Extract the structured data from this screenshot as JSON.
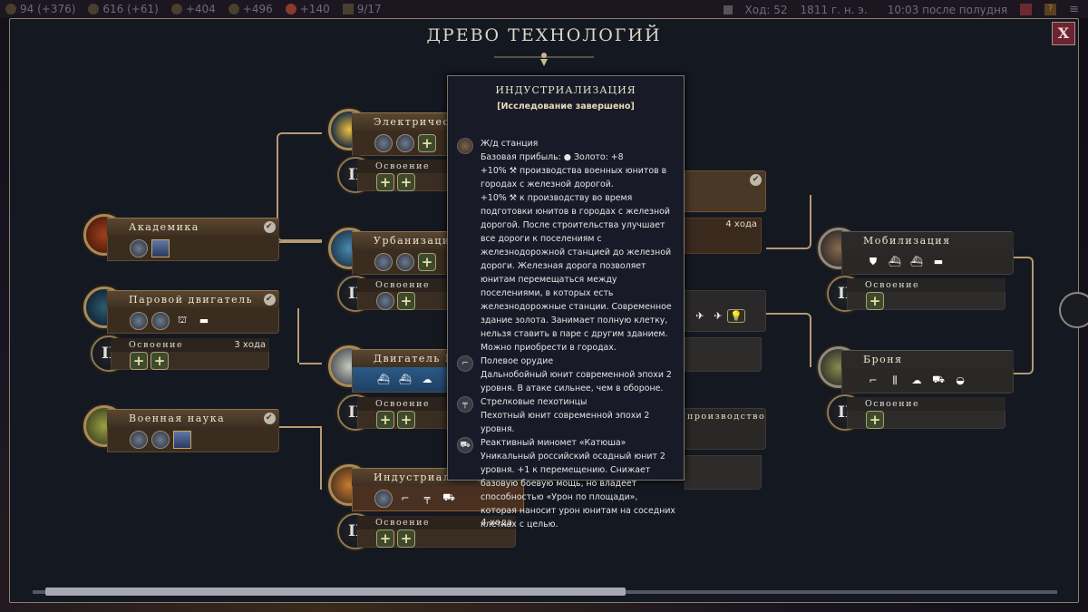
{
  "topbar": {
    "resources": [
      {
        "icon": "science-icon",
        "value": "94 (+376)"
      },
      {
        "icon": "culture-icon",
        "value": "616 (+61)"
      },
      {
        "icon": "faith-icon",
        "value": "+404"
      },
      {
        "icon": "tourism-icon",
        "value": "+496"
      },
      {
        "icon": "amenities-icon",
        "value": "+140"
      },
      {
        "icon": "city-icon",
        "value": "9/17"
      }
    ],
    "turn": "Ход: 52",
    "year": "1811 г. н. э.",
    "time": "10:03 после полудня"
  },
  "window": {
    "title": "ДРЕВО ТЕХНОЛОГИЙ",
    "close_label": "X"
  },
  "nodes": {
    "academics": {
      "name": "Академика",
      "done": "✔"
    },
    "steam": {
      "name": "Паровой двигатель",
      "done": "✔",
      "units": [
        "⛫",
        "▬"
      ]
    },
    "military_science": {
      "name": "Военная наука",
      "done": "✔"
    },
    "electricity": {
      "name": "Электричество"
    },
    "urbanization": {
      "name": "Урбанизация"
    },
    "combustion": {
      "name": "Двигатель ВС",
      "units": [
        "⛴",
        "⛴",
        "☁"
      ]
    },
    "industrialization": {
      "name": "Индустриализация",
      "units": [
        "⌐",
        "╤",
        "⛟"
      ]
    },
    "mobilization": {
      "name": "Мобилизация",
      "units": [
        "⛊",
        "⛴",
        "⛴",
        "▬"
      ]
    },
    "armor": {
      "name": "Броня",
      "units": [
        "⌐",
        "⫼",
        "☁",
        "⛟",
        "◒"
      ]
    },
    "mass_production": {
      "name": "производство"
    },
    "flight": {
      "units": [
        "✈",
        "✈",
        "💡"
      ]
    },
    "hidden_right_turns": "4 хода"
  },
  "mastery": {
    "label": "Освоение",
    "numeral": "II",
    "steam_turns": "3 хода",
    "industrialization_turns": "4 хода",
    "plus": "+"
  },
  "tooltip": {
    "title": "ИНДУСТРИАЛИЗАЦИЯ",
    "status": "[Исследование завершено]",
    "entries": [
      {
        "name": "Ж/д станция",
        "lines": [
          "Базовая прибыль: ● Золото: +8",
          "+10% ⚒ производства военных юнитов в городах с железной дорогой.",
          "+10% ⚒ к производству во время подготовки юнитов в городах с железной дорогой. После строительства улучшает все дороги к поселениям с железнодорожной станцией до железной дороги. Железная дорога позволяет юнитам перемещаться между поселениями, в которых есть железнодорожные станции. Современное здание золота. Занимает полную клетку, нельзя ставить в паре с другим зданием. Можно приобрести в городах."
        ]
      },
      {
        "name": "Полевое орудие",
        "lines": [
          "Дальнобойный юнит современной эпохи 2 уровня. В атаке сильнее, чем в обороне."
        ]
      },
      {
        "name": "Стрелковые пехотинцы",
        "lines": [
          "Пехотный юнит современной эпохи 2 уровня."
        ]
      },
      {
        "name": "Реактивный миномет «Катюша»",
        "lines": [
          "Уникальный российский осадный юнит 2 уровня. +1 к перемещению. Снижает базовую боевую мощь, но владеет способностью «Урон по площади», которая наносит урон юнитам на соседних клетках с целью."
        ]
      }
    ]
  },
  "scrollbar": {
    "position_fraction": 0.0,
    "visible_fraction": 0.57
  }
}
